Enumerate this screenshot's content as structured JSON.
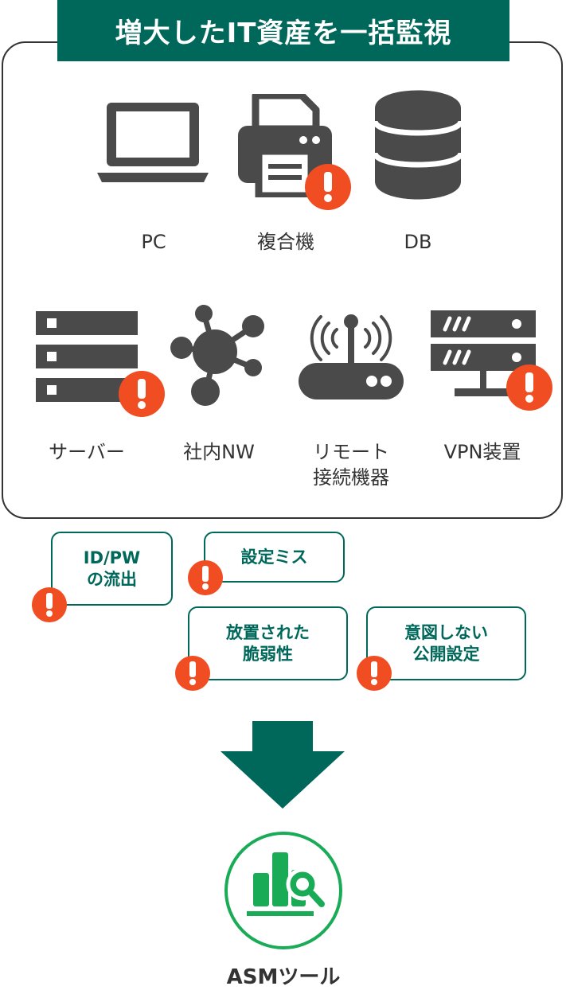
{
  "title": "増大したIT資産を一括監視",
  "assets": {
    "pc": "PC",
    "mfp": "複合機",
    "db": "DB",
    "server": "サーバー",
    "network": "社内NW",
    "remote_line1": "リモート",
    "remote_line2": "接続機器",
    "vpn": "VPN装置"
  },
  "risks": {
    "idpw_line1": "ID/PW",
    "idpw_line2": "の流出",
    "misconfig": "設定ミス",
    "vuln_line1": "放置された",
    "vuln_line2": "脆弱性",
    "exposure_line1": "意図しない",
    "exposure_line2": "公開設定"
  },
  "tool": {
    "label": "ASMツール"
  },
  "colors": {
    "primary": "#00685a",
    "alert": "#f04d23",
    "icon": "#4a4a4a",
    "tool_green": "#1aab57"
  },
  "icons": [
    "laptop-icon",
    "printer-icon",
    "database-icon",
    "server-icon",
    "network-icon",
    "router-icon",
    "vpn-icon",
    "alert-icon",
    "down-arrow-icon",
    "asm-tool-icon"
  ]
}
